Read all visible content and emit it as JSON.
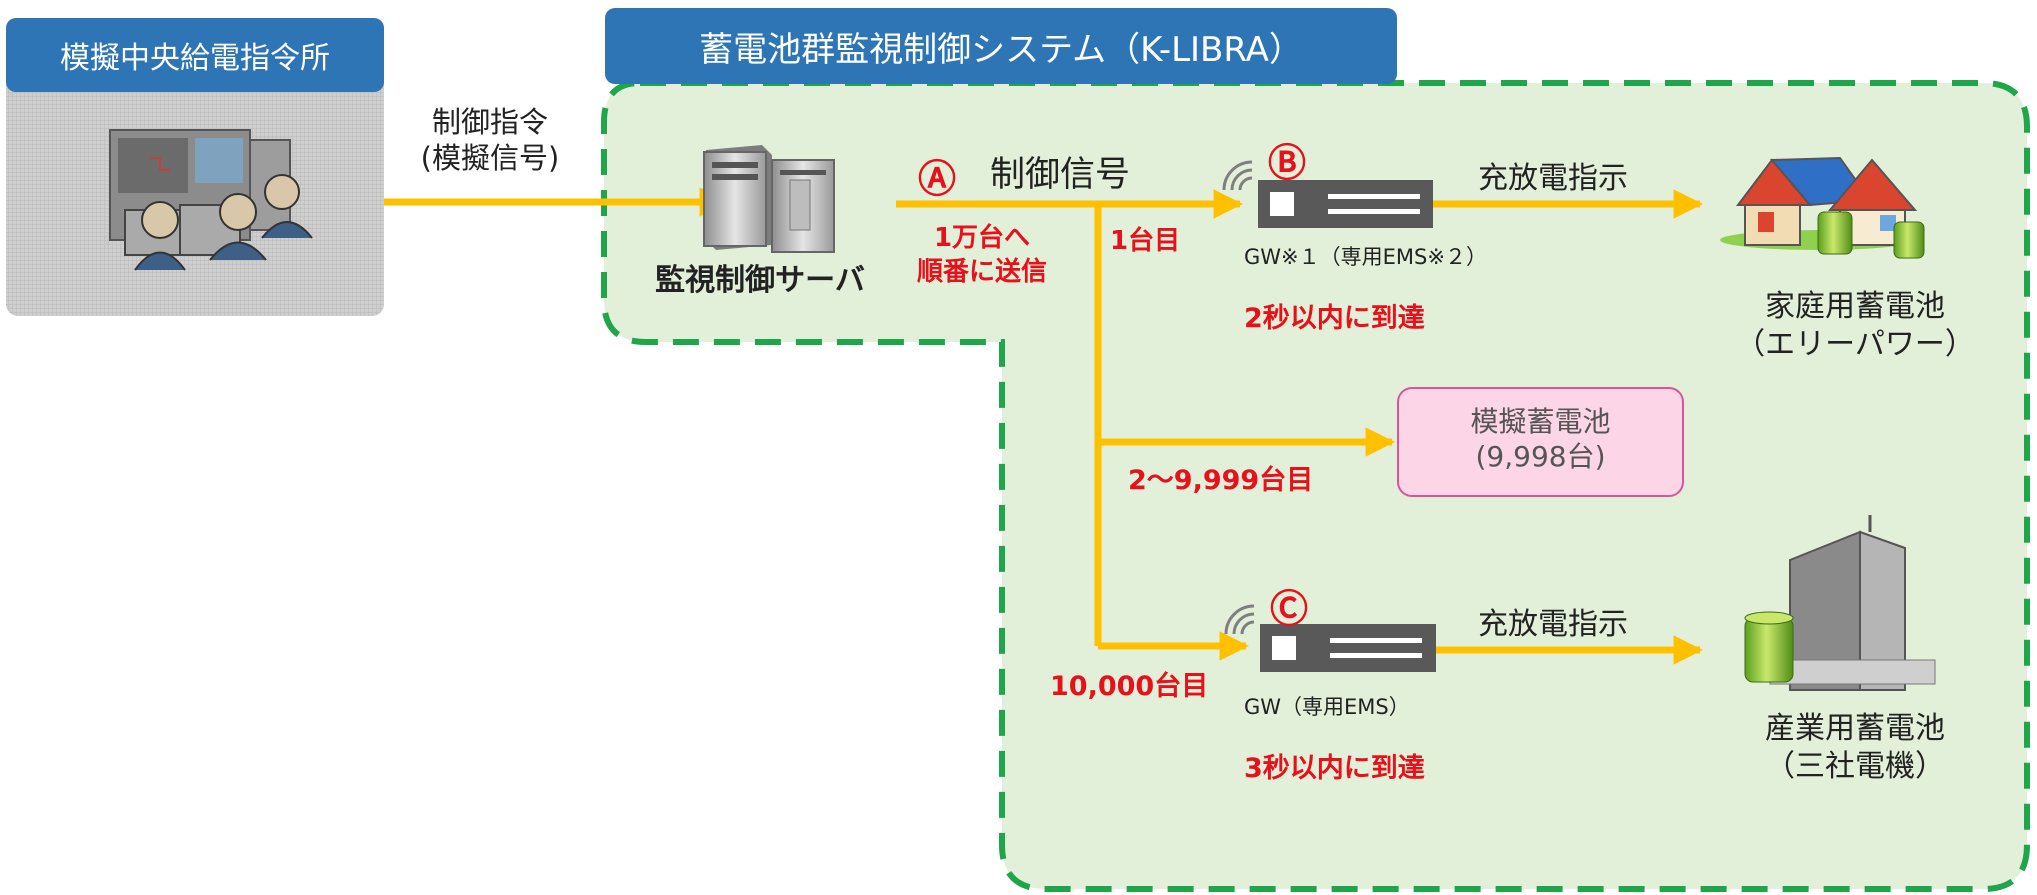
{
  "central_office": {
    "title": "模擬中央給電指令所"
  },
  "system": {
    "title": "蓄電池群監視制御システム（K-LIBRA）"
  },
  "control_command": {
    "line1": "制御指令",
    "line2": "(模擬信号)"
  },
  "server": {
    "label": "監視制御サーバ"
  },
  "signal": {
    "marker": "Ⓐ",
    "label": "制御信号",
    "note_line1": "1万台へ",
    "note_line2": "順番に送信"
  },
  "branch_1": {
    "count": "1台目",
    "marker": "Ⓑ",
    "gw_label": "GW※１（専用EMS※２）",
    "arrival": "2秒以内に到達",
    "instruction": "充放電指示",
    "target_line1": "家庭用蓄電池",
    "target_line2": "（エリーパワー）"
  },
  "branch_2": {
    "count": "2〜9,999台目",
    "target_line1": "模擬蓄電池",
    "target_line2": "(9,998台)"
  },
  "branch_3": {
    "count": "10,000台目",
    "marker": "Ⓒ",
    "gw_label": "GW（専用EMS）",
    "arrival": "3秒以内に到達",
    "instruction": "充放電指示",
    "target_line1": "産業用蓄電池",
    "target_line2": "（三社電機）"
  },
  "colors": {
    "header_blue": "#2e75b6",
    "region_fill": "#e2f0d9",
    "region_border": "#1fa64a",
    "arrow": "#ffc000",
    "alert_red": "#e8101a",
    "sim_battery_fill": "#fcd5e7",
    "sim_battery_border": "#d9559b"
  },
  "icons": [
    "operators-icon",
    "server-icon",
    "gateway-icon",
    "wireless-icon",
    "house-battery-icon",
    "building-battery-icon"
  ]
}
